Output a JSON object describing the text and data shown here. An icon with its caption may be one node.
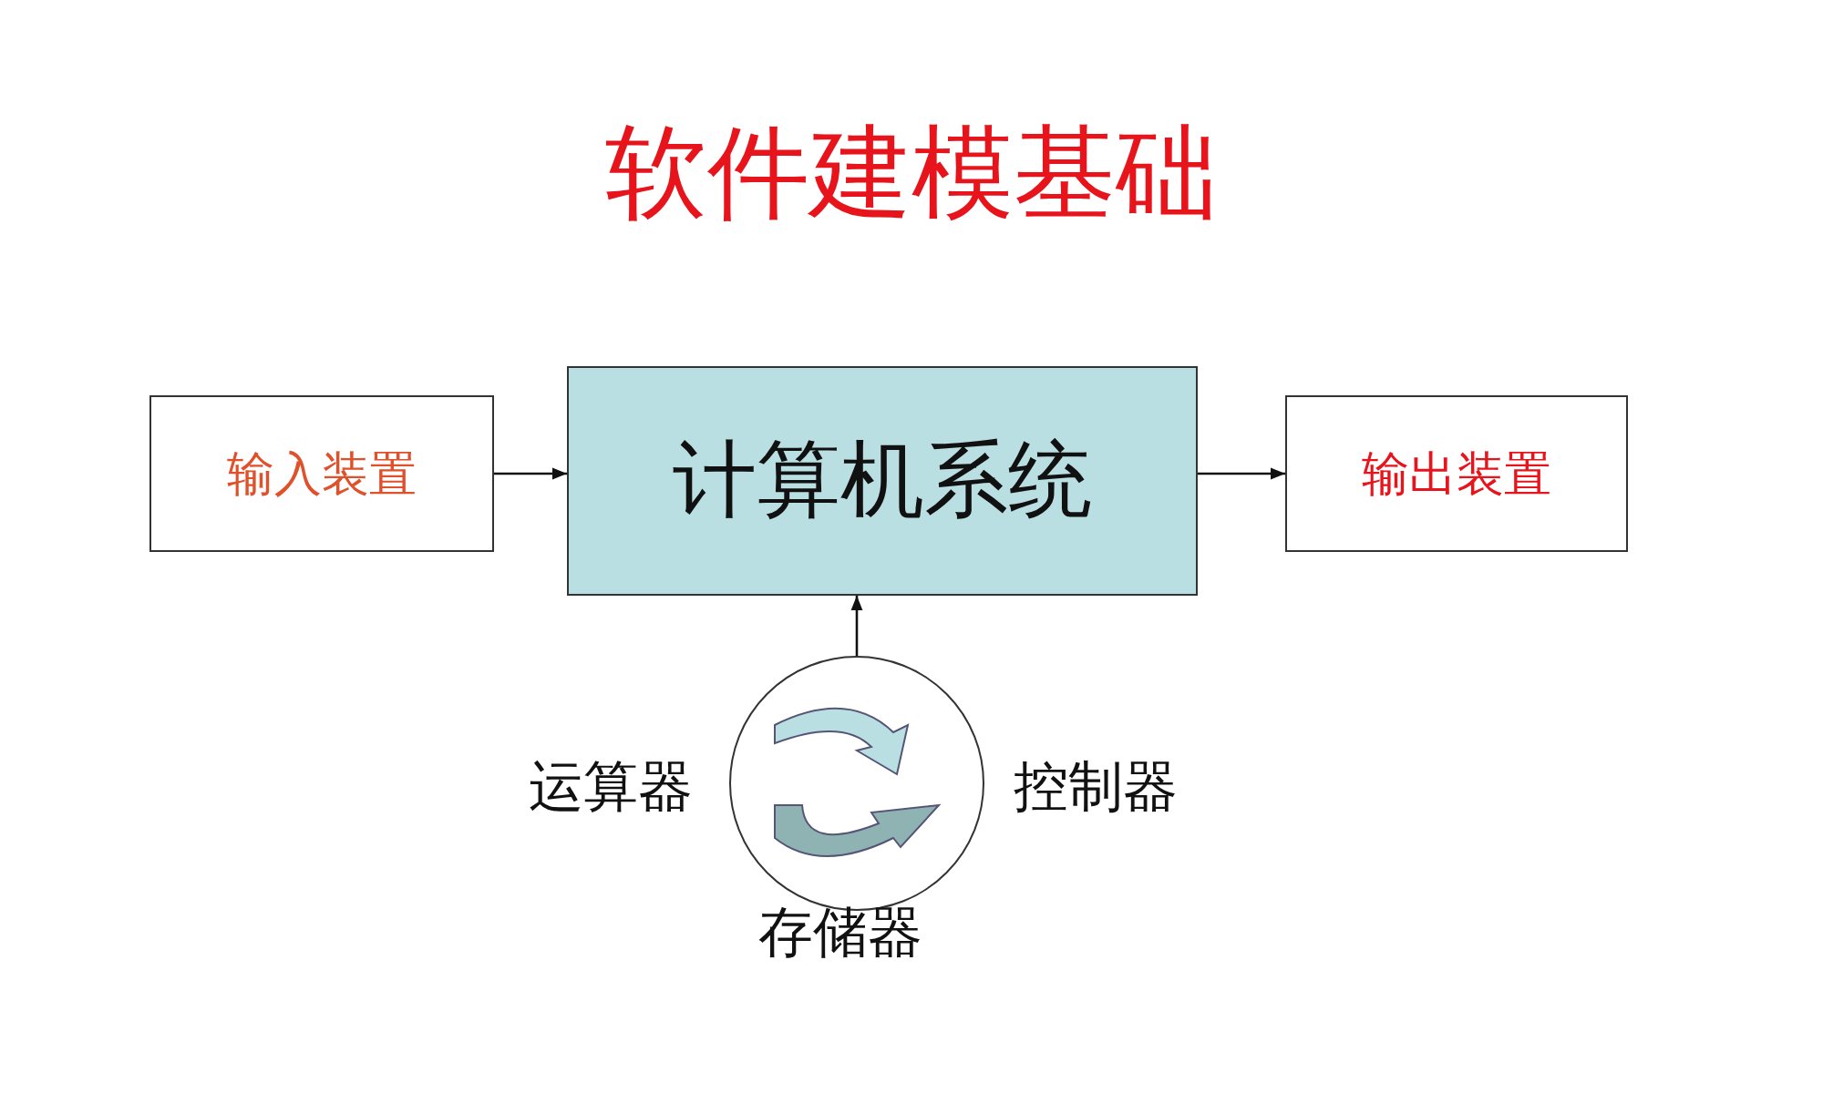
{
  "diagram": {
    "title": "软件建模基础",
    "nodes": [
      {
        "text": [
          "输入装置"
        ]
      },
      {
        "text": [
          "计算机系统"
        ]
      },
      {
        "text": [
          "输出装置"
        ]
      },
      {
        "text": [],
        "shape": "circle",
        "beside": [
          "运算器",
          "控制器",
          "存储器"
        ]
      }
    ],
    "edges": [
      {
        "from": 0,
        "to": 1,
        "arrow": "to"
      },
      {
        "from": 1,
        "to": 2,
        "arrow": "to"
      },
      {
        "from": 3,
        "to": 1,
        "arrow": "to"
      }
    ]
  }
}
